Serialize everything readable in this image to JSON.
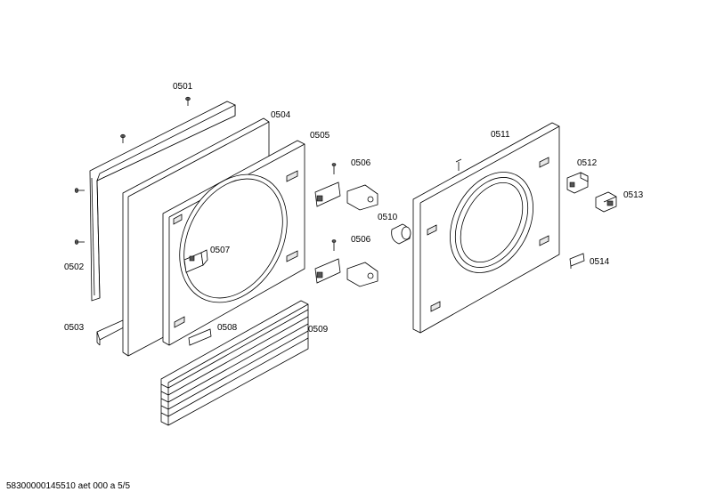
{
  "parts": [
    {
      "id": "p0501",
      "label": "0501"
    },
    {
      "id": "p0502",
      "label": "0502"
    },
    {
      "id": "p0503",
      "label": "0503"
    },
    {
      "id": "p0504",
      "label": "0504"
    },
    {
      "id": "p0505",
      "label": "0505"
    },
    {
      "id": "p0506a",
      "label": "0506"
    },
    {
      "id": "p0506b",
      "label": "0506"
    },
    {
      "id": "p0507",
      "label": "0507"
    },
    {
      "id": "p0508",
      "label": "0508"
    },
    {
      "id": "p0509",
      "label": "0509"
    },
    {
      "id": "p0510",
      "label": "0510"
    },
    {
      "id": "p0511",
      "label": "0511"
    },
    {
      "id": "p0512",
      "label": "0512"
    },
    {
      "id": "p0513",
      "label": "0513"
    },
    {
      "id": "p0514",
      "label": "0514"
    }
  ],
  "footer": {
    "text": "58300000145510 aet 000 a 5/5"
  }
}
